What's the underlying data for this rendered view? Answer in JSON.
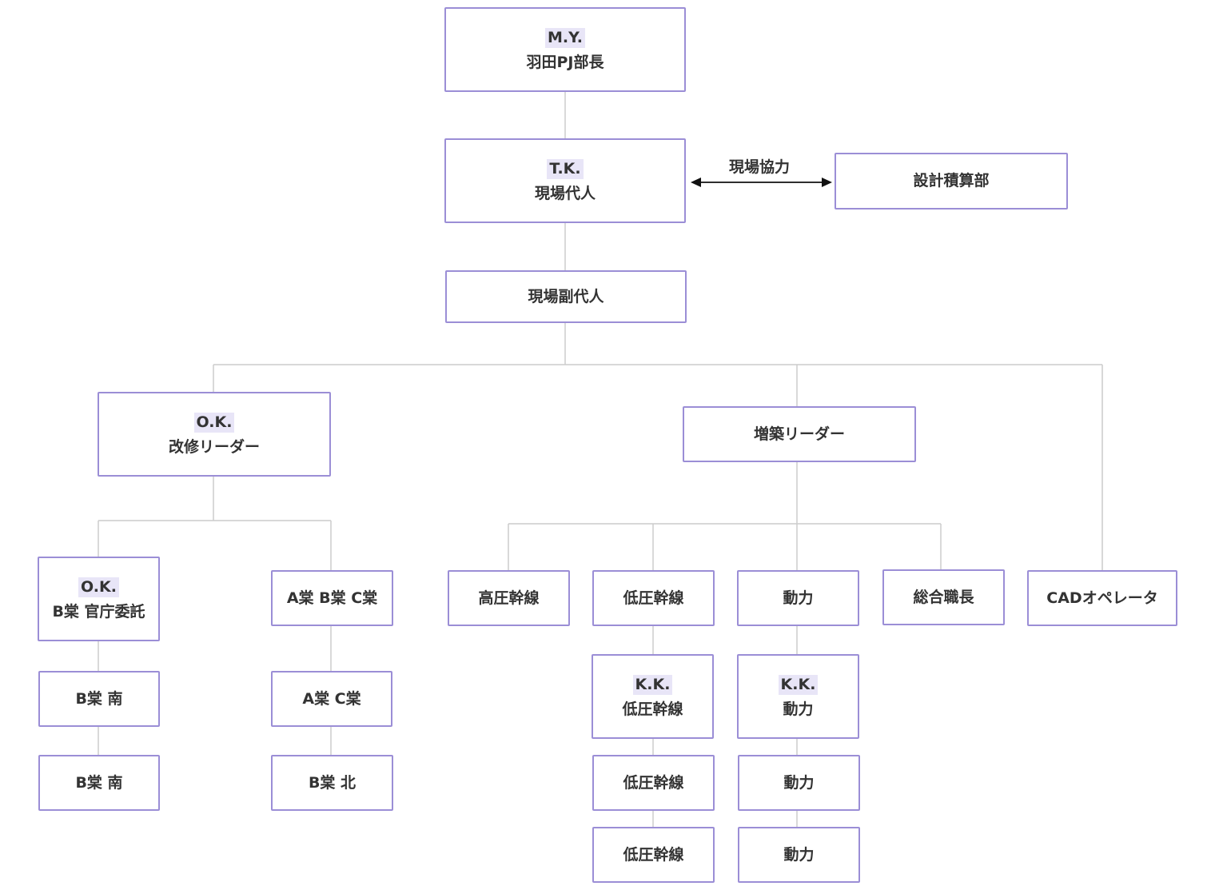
{
  "colors": {
    "node_border": "#9b8ed6",
    "connector": "#cccccc",
    "arrow": "#111111",
    "initials_highlight": "#e8e5f7",
    "text": "#333333"
  },
  "nodes": {
    "pj_manager": {
      "initials": "M.Y.",
      "label": "羽田PJ部長"
    },
    "site_agent": {
      "initials": "T.K.",
      "label": "現場代人"
    },
    "design_estimation": {
      "label": "設計積算部"
    },
    "deputy_agent": {
      "label": "現場副代人"
    },
    "renovation_leader": {
      "initials": "O.K.",
      "label": "改修リーダー"
    },
    "extension_leader": {
      "label": "増築リーダー"
    },
    "b_gov": {
      "initials": "O.K.",
      "label": "B棠 官庁委託"
    },
    "abc_buildings": {
      "label": "A棠 B棠 C棠"
    },
    "b_south_1": {
      "label": "B棠 南"
    },
    "b_south_2": {
      "label": "B棠 南"
    },
    "ac_buildings": {
      "label": "A棠 C棠"
    },
    "b_north": {
      "label": "B棠 北"
    },
    "hv_trunk": {
      "label": "高圧幹線"
    },
    "lv_trunk": {
      "label": "低圧幹線"
    },
    "power": {
      "label": "動力"
    },
    "general_chief": {
      "label": "総合職長"
    },
    "cad_operator": {
      "label": "CADオペレータ"
    },
    "lv_kk": {
      "initials": "K.K.",
      "label": "低圧幹線"
    },
    "power_kk": {
      "initials": "K.K.",
      "label": "動力"
    },
    "lv_2": {
      "label": "低圧幹線"
    },
    "lv_3": {
      "label": "低圧幹線"
    },
    "power_2": {
      "label": "動力"
    },
    "power_3": {
      "label": "動力"
    }
  },
  "edge_labels": {
    "site_cooperation": "現場協力"
  }
}
